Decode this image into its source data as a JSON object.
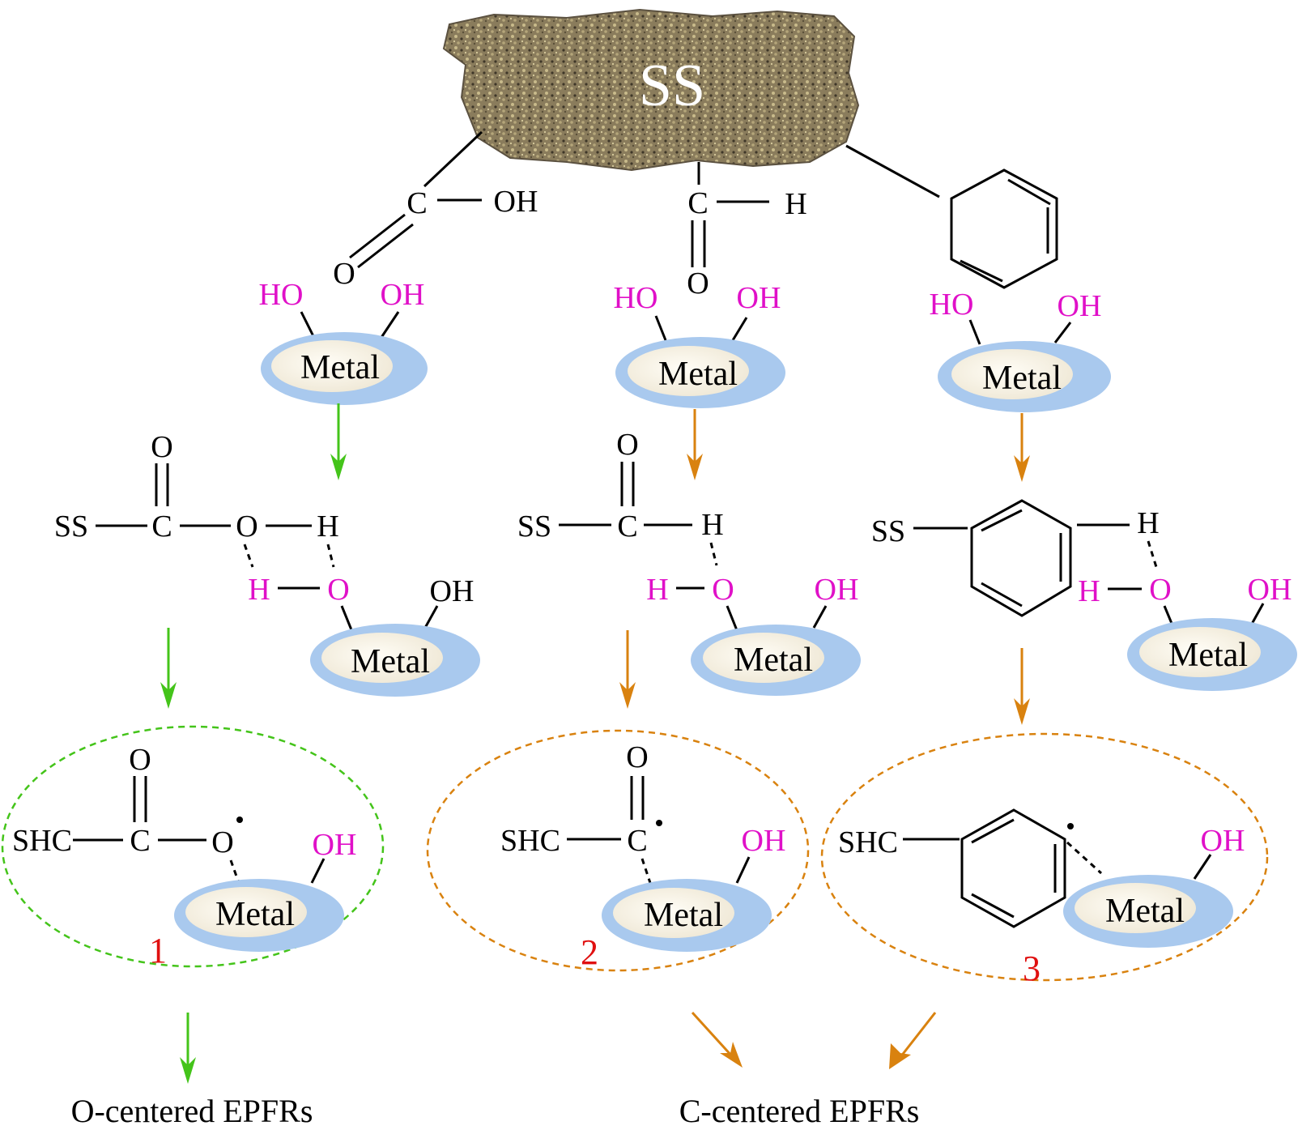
{
  "support_label": "SS",
  "top_groups": {
    "carboxyl": {
      "c": "C",
      "oh": "OH",
      "o": "O"
    },
    "aldehyde": {
      "c": "C",
      "h": "H",
      "o": "O"
    }
  },
  "metal_label": "Metal",
  "ho_label": "HO",
  "oh_label": "OH",
  "h_label": "H",
  "o_label": "O",
  "c_label": "C",
  "ss_label": "SS",
  "shc_label": "SHC",
  "radical_dot": "•",
  "products": [
    {
      "number": "1",
      "color": "#44c41a"
    },
    {
      "number": "2",
      "color": "#d9820f"
    },
    {
      "number": "3",
      "color": "#d9820f"
    }
  ],
  "captions": {
    "o_centered": "O-centered EPFRs",
    "c_centered": "C-centered EPFRs"
  },
  "colors": {
    "metal_fill": "#a9c9ee",
    "metal_inner": "#f8f4ea",
    "magenta": "#e010c8",
    "green_arrow": "#44c41a",
    "orange_arrow": "#d9820f",
    "number_red": "#e01010"
  }
}
